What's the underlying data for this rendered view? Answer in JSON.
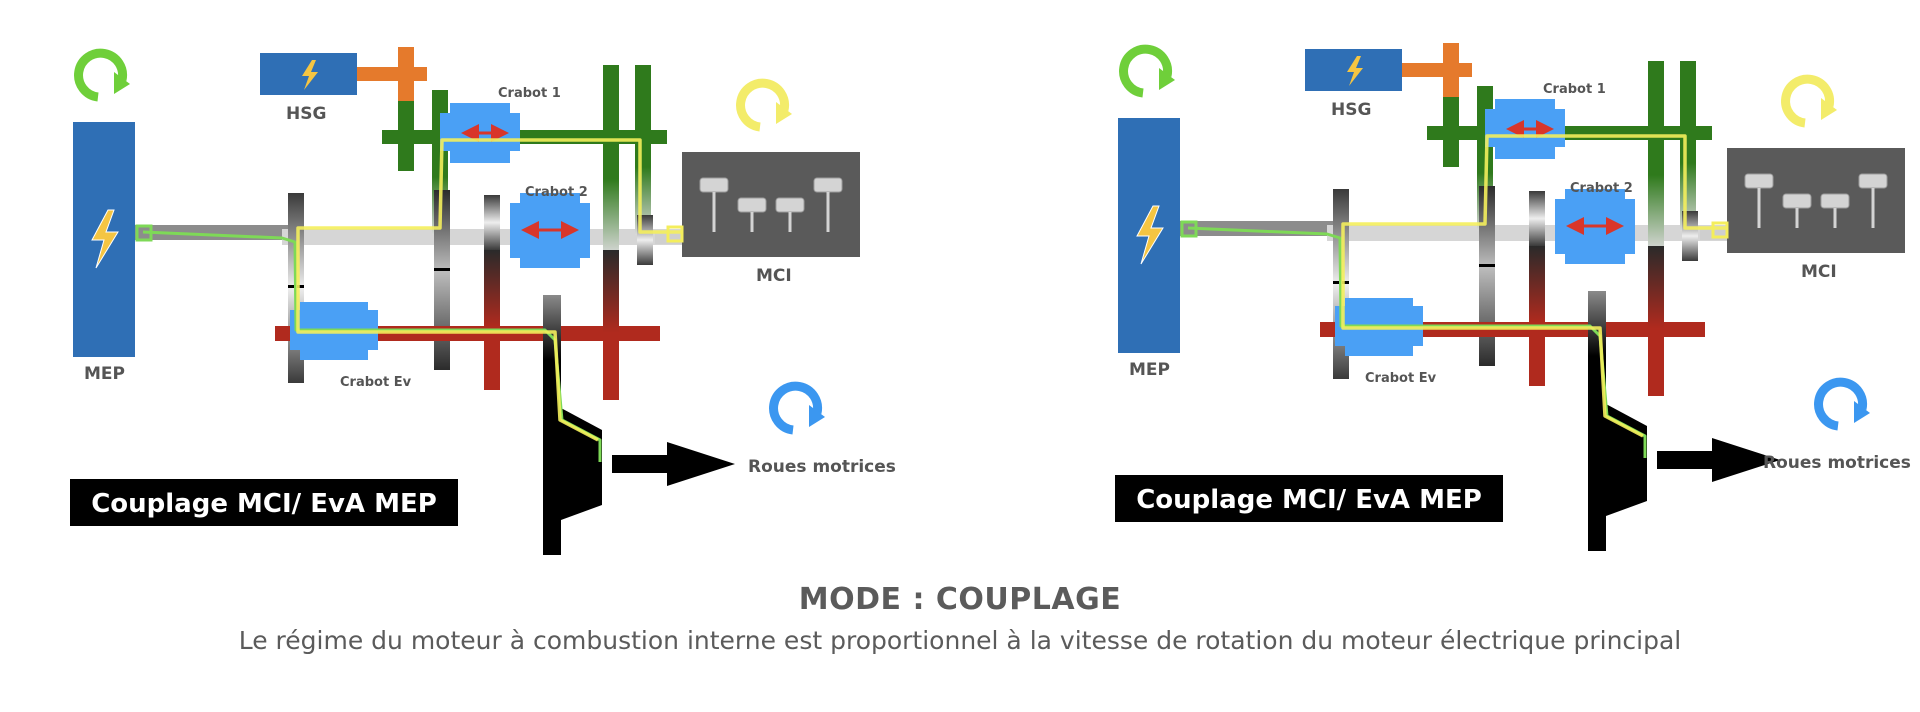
{
  "panels": [
    {
      "motor_label": "MEP",
      "hsg_label": "HSG",
      "crabot1_label": "Crabot 1",
      "crabot2_label": "Crabot 2",
      "crabotev_label": "Crabot Ev",
      "engine_label": "MCI",
      "wheels_label": "Roues motrices",
      "banner": "Couplage MCI/ EvA MEP"
    },
    {
      "motor_label": "MEP",
      "hsg_label": "HSG",
      "crabot1_label": "Crabot 1",
      "crabot2_label": "Crabot 2",
      "crabotev_label": "Crabot Ev",
      "engine_label": "MCI",
      "wheels_label": "Roues motrices",
      "banner": "Couplage MCI/ EvA MEP"
    }
  ],
  "caption": {
    "title": "MODE : COUPLAGE",
    "description": "Le régime du moteur à combustion interne est proportionnel à la vitesse de rotation du moteur électrique principal"
  },
  "colors": {
    "motor_blue": "#2f6fb5",
    "crabot_blue": "#4aa0f5",
    "hsg_orange": "#e57a2c",
    "gear_green": "#2f7a1c",
    "gear_red": "#b02a1e",
    "rotation_green": "#6fcf3a",
    "rotation_yellow": "#f3ec6a",
    "rotation_blue": "#3b97f0",
    "path_green": "#7ed957",
    "path_yellow": "#f4ee5c",
    "engine_gray": "#5a5a5a"
  }
}
